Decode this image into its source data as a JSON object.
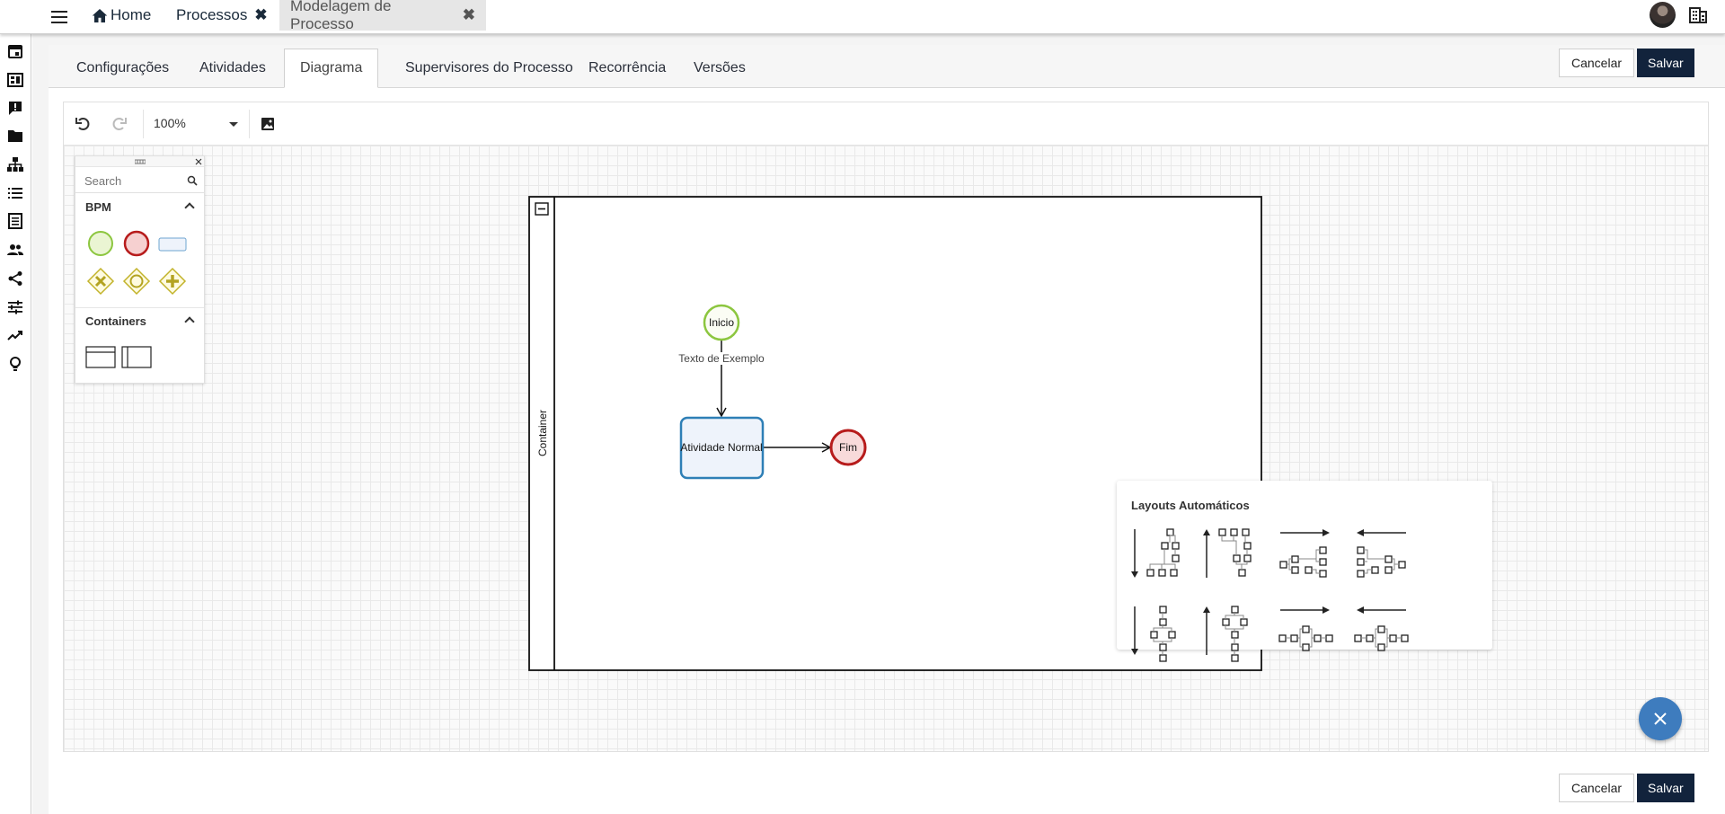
{
  "topbar": {
    "tabs": [
      {
        "label": "Home",
        "closable": false
      },
      {
        "label": "Processos",
        "closable": true
      },
      {
        "label": "Modelagem de Processo",
        "closable": true
      }
    ],
    "close_glyph": "✖"
  },
  "sidebar": {
    "icons": [
      "calendar-icon",
      "dashboard-icon",
      "feedback-icon",
      "folder-icon",
      "org-chart-icon",
      "list-icon",
      "document-list-icon",
      "people-icon",
      "share-icon",
      "tune-icon",
      "trending-icon",
      "lightbulb-icon"
    ]
  },
  "process_tabs": [
    "Configurações",
    "Atividades",
    "Diagrama",
    "Supervisores do Processo",
    "Recorrência",
    "Versões"
  ],
  "active_tab": "Diagrama",
  "actions": {
    "cancel": "Cancelar",
    "save": "Salvar"
  },
  "toolbar": {
    "zoom": "100%"
  },
  "palette": {
    "search_placeholder": "Search",
    "sections": [
      {
        "title": "BPM"
      },
      {
        "title": "Containers"
      }
    ]
  },
  "diagram": {
    "pool_label": "Container",
    "start_label": "Inicio",
    "task_label": "Atividade Normal",
    "end_label": "Fim",
    "edge_label": "Texto de Exemplo",
    "colors": {
      "start": "#8cc63f",
      "end": "#b71c1c",
      "task": "#2e7fb6"
    }
  },
  "layouts": {
    "title": "Layouts Automáticos"
  }
}
